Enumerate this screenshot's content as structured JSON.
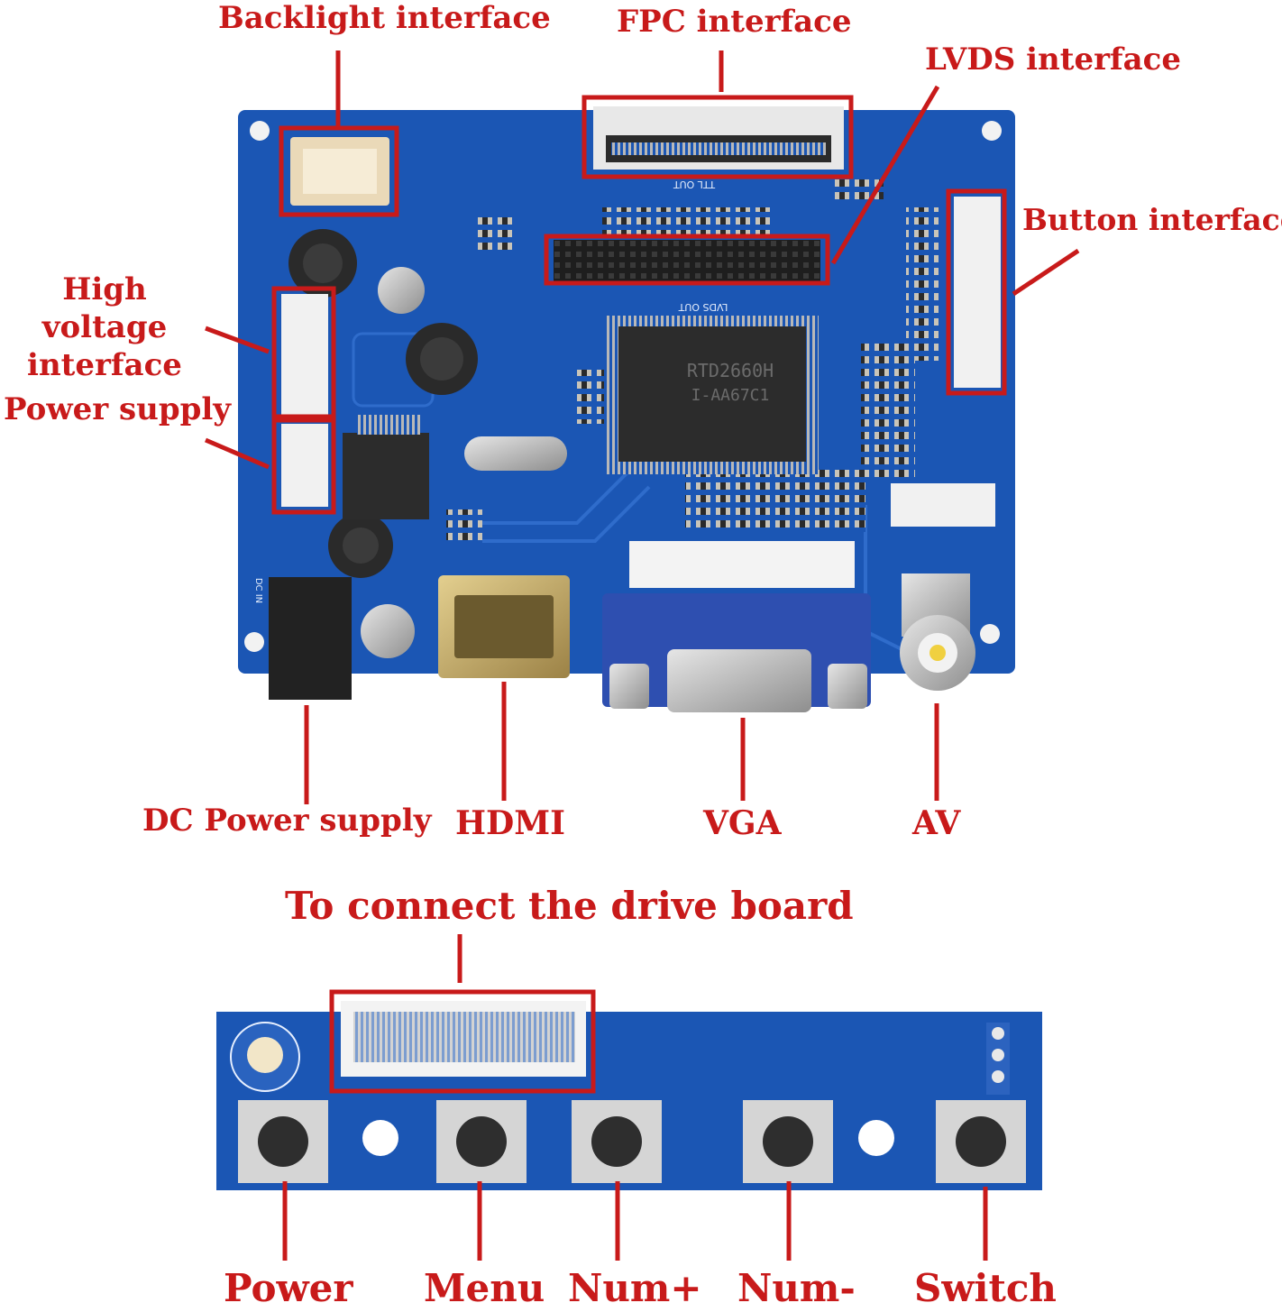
{
  "diagram": {
    "accent_color": "#c81a1a",
    "board_color": "#1b56b4",
    "main_board": {
      "labels": {
        "backlight": "Backlight interface",
        "fpc": "FPC interface",
        "lvds": "LVDS interface",
        "button": "Button interface",
        "high_voltage_line1": "High voltage",
        "high_voltage_line2": "interface",
        "power_supply": "Power supply",
        "dc_power": "DC Power supply",
        "hdmi": "HDMI",
        "vga": "VGA",
        "av": "AV"
      },
      "silkscreen": {
        "ttl_out": "TTL OUT",
        "lvds_out": "LVDS OUT",
        "chip_line1": "RTD2660H",
        "chip_line2": "I-AA67C1",
        "dc_in": "DC IN"
      }
    },
    "button_board": {
      "title": "To connect the drive board",
      "buttons": [
        "Power",
        "Menu",
        "Num+",
        "Num-",
        "Switch"
      ]
    }
  }
}
